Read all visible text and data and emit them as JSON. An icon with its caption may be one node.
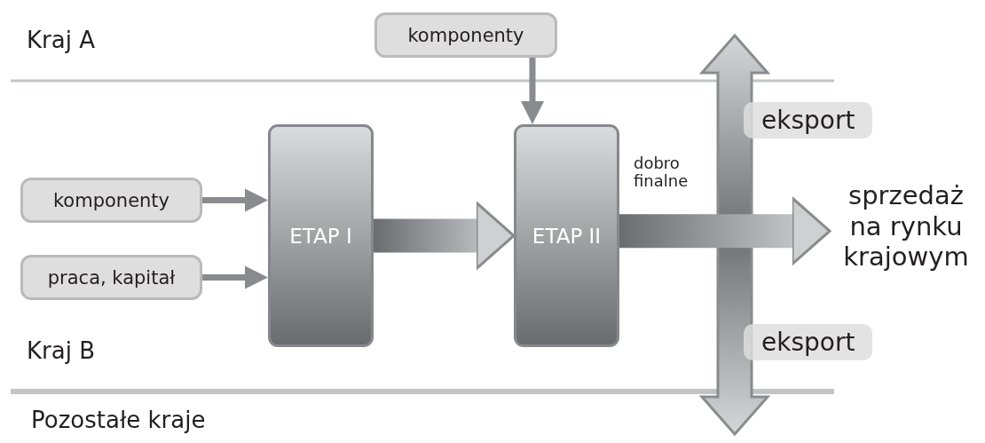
{
  "diagram": {
    "nodes": [
      {
        "text": [
          "komponenty"
        ]
      },
      {
        "text": [
          "komponenty"
        ]
      },
      {
        "text": [
          "praca, kapitał"
        ]
      },
      {
        "text": [
          "ETAP I"
        ]
      },
      {
        "text": [
          "ETAP II"
        ]
      },
      {
        "text": [
          "sprzedaż na rynku krajowym"
        ]
      }
    ],
    "edges": [
      {
        "from": 0,
        "to": 4,
        "arrow": "to"
      },
      {
        "from": 1,
        "to": 3,
        "arrow": "to"
      },
      {
        "from": 2,
        "to": 3,
        "arrow": "to"
      },
      {
        "from": 3,
        "to": 4,
        "arrow": "to",
        "style": "thick"
      },
      {
        "from": 4,
        "to": 5,
        "arrow": "to",
        "style": "thick",
        "label": "dobro finalne"
      }
    ],
    "labels": [
      "Kraj A",
      "eksport",
      "eksport",
      "Kraj B",
      "Pozostałe kraje"
    ]
  }
}
